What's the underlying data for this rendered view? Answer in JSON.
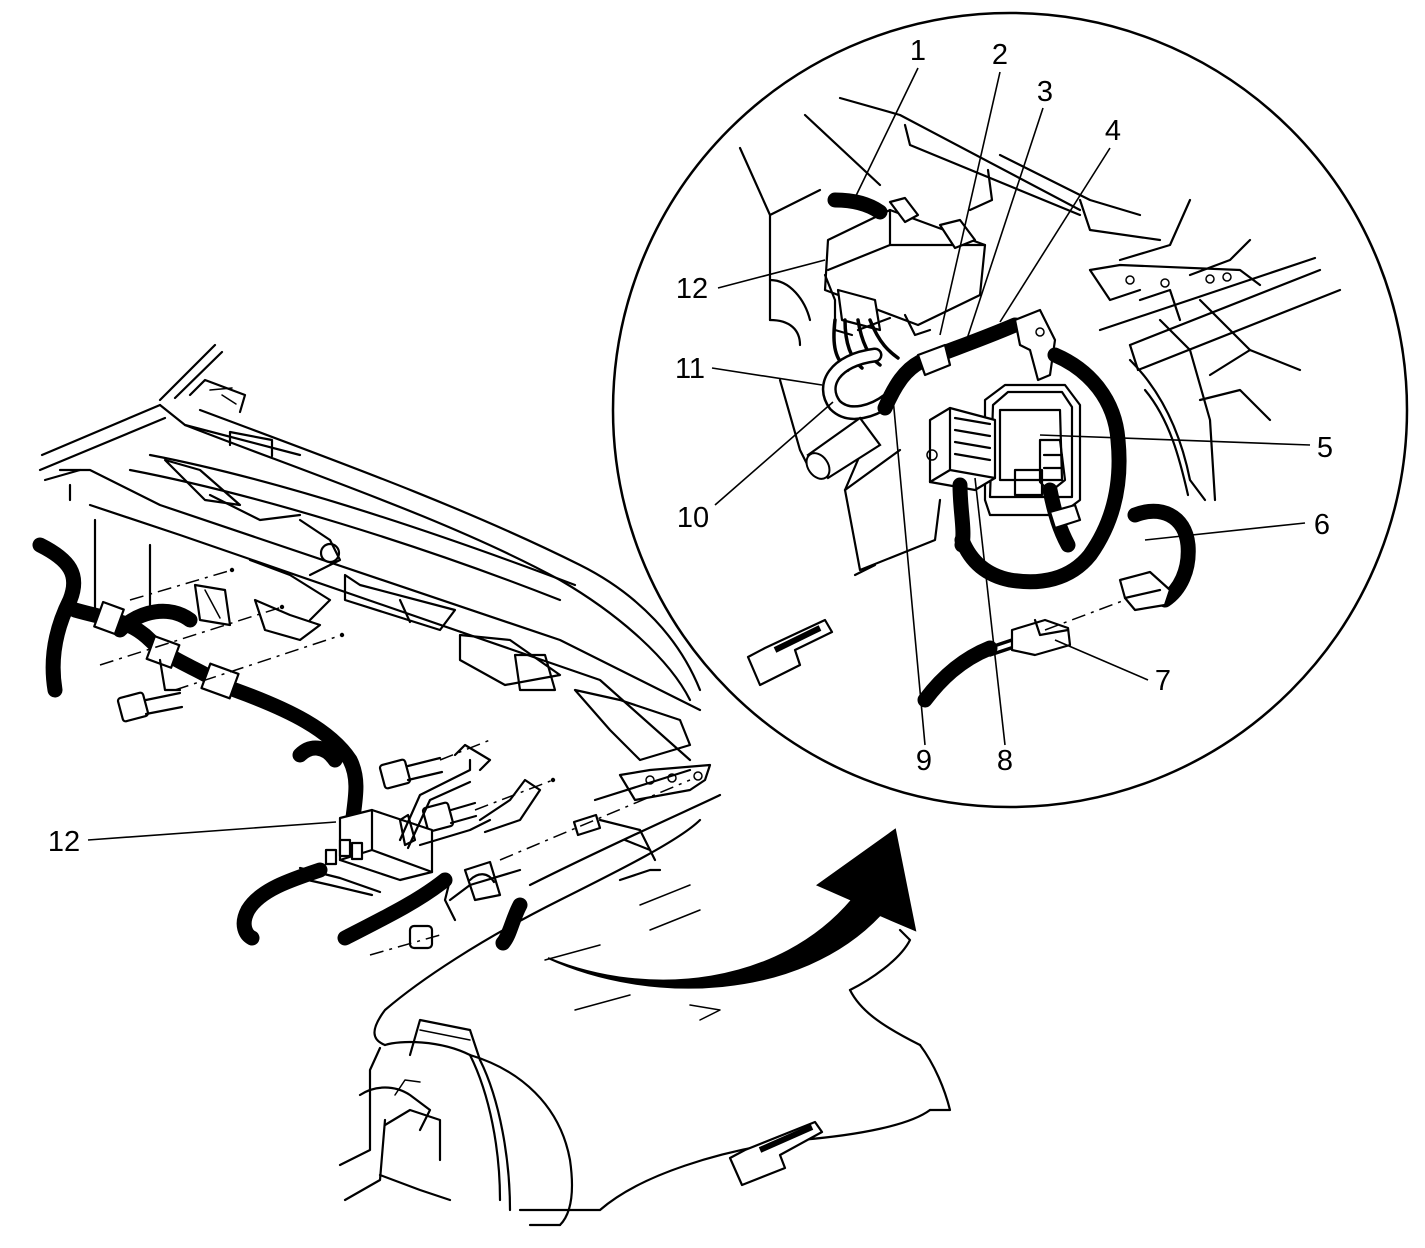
{
  "figure": {
    "callouts": [
      {
        "id": "1",
        "label": "1"
      },
      {
        "id": "2",
        "label": "2"
      },
      {
        "id": "3",
        "label": "3"
      },
      {
        "id": "4",
        "label": "4"
      },
      {
        "id": "5",
        "label": "5"
      },
      {
        "id": "6",
        "label": "6"
      },
      {
        "id": "7",
        "label": "7"
      },
      {
        "id": "8",
        "label": "8"
      },
      {
        "id": "9",
        "label": "9"
      },
      {
        "id": "10",
        "label": "10"
      },
      {
        "id": "11",
        "label": "11"
      },
      {
        "id": "12-detail",
        "label": "12"
      },
      {
        "id": "12-main",
        "label": "12"
      }
    ]
  }
}
